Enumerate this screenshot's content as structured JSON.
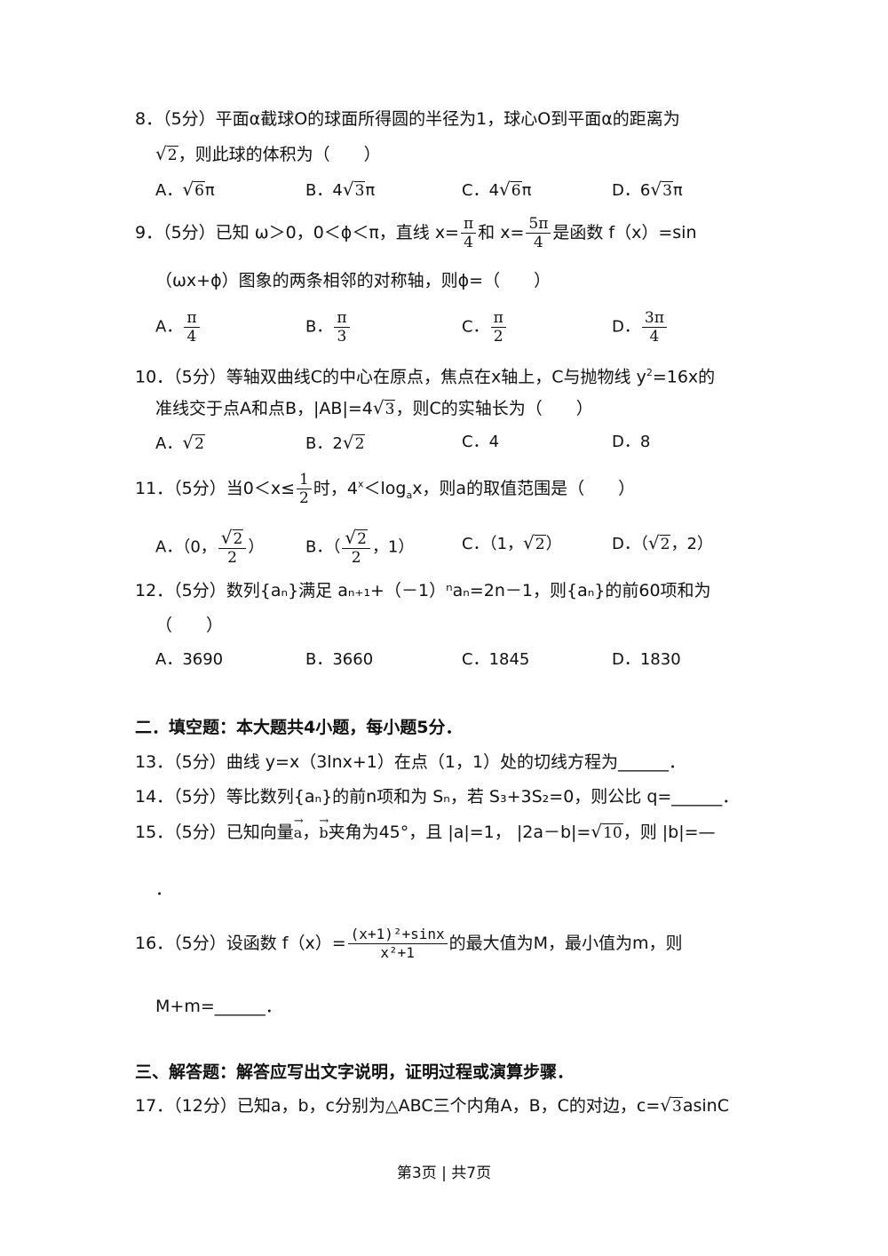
{
  "q8": {
    "line1": "8．（5分）平面α截球O的球面所得圆的半径为1，球心O到平面α的距离为",
    "line2_rad": "2",
    "line2_text": "，则此球的体积为（　　）",
    "optA_label": "A．",
    "optA_rad": "6",
    "optA_after": "π",
    "optB_label": "B．4",
    "optB_rad": "3",
    "optB_after": "π",
    "optC_label": "C．4",
    "optC_rad": "6",
    "optC_after": "π",
    "optD_label": "D．6",
    "optD_rad": "3",
    "optD_after": "π"
  },
  "q9": {
    "pre": "9．（5分）已知 ω＞0，0＜ϕ＜π，直线 x=",
    "f1_num": "π",
    "f1_den": "4",
    "mid": "和 x=",
    "f2_num": "5π",
    "f2_den": "4",
    "post": "是函数 f（x）=sin",
    "line2": "（ωx+ϕ）图象的两条相邻的对称轴，则ϕ=（　　）",
    "optA_label": "A．",
    "optA_num": "π",
    "optA_den": "4",
    "optB_label": "B．",
    "optB_num": "π",
    "optB_den": "3",
    "optC_label": "C．",
    "optC_num": "π",
    "optC_den": "2",
    "optD_label": "D．",
    "optD_num": "3π",
    "optD_den": "4"
  },
  "q10": {
    "line1_pre": "10．（5分）等轴双曲线C的中心在原点，焦点在x轴上，C与抛物线 y",
    "line1_sup": "2",
    "line1_post": "=16x的",
    "line2_pre": "准线交于点A和点B，|AB|=4",
    "line2_rad": "3",
    "line2_post": "，则C的实轴长为（　　）",
    "optA_label": "A．",
    "optA_rad": "2",
    "optB_label": "B．2",
    "optB_rad": "2",
    "optC": "C．4",
    "optD": "D．8"
  },
  "q11": {
    "pre": "11．（5分）当0＜x≤",
    "f_num": "1",
    "f_den": "2",
    "mid": "时，4",
    "sup": "x",
    "mid2": "＜log",
    "sub": "a",
    "post": "x，则a的取值范围是（　　）",
    "optA_pre": "A．（0，",
    "optA_rad": "2",
    "optA_den": "2",
    "optA_post": "）",
    "optB_pre": "B．（",
    "optB_rad": "2",
    "optB_den": "2",
    "optB_post": "，1）",
    "optC_pre": "C．（1，",
    "optC_rad": "2",
    "optC_post": "）",
    "optD_pre": "D．（",
    "optD_rad": "2",
    "optD_post": "，2）"
  },
  "q12": {
    "line1": "12．（5分）数列{aₙ}满足 aₙ₊₁+（－1）ⁿaₙ=2n－1，则{aₙ}的前60项和为",
    "line2": "（　　）",
    "optA": "A．3690",
    "optB": "B．3660",
    "optC": "C．1845",
    "optD": "D．1830"
  },
  "sec2": "二．填空题：本大题共4小题，每小题5分．",
  "q13": "13．（5分）曲线 y=x（3lnx+1）在点（1，1）处的切线方程为______．",
  "q14": "14．（5分）等比数列{aₙ}的前n项和为 Sₙ，若 S₃+3S₂=0，则公比 q=______．",
  "q15": {
    "pre": "15．（5分）已知向量",
    "a": "a",
    "comma": "，",
    "b": "b",
    "mid": "夹角为45°，且",
    "cond1": "|a|=1，",
    "cond2_pre": "|2a－b|=",
    "cond2_rad": "10",
    "post": "，则 |b|=—",
    "line2": "．"
  },
  "q16": {
    "pre": "16．（5分）设函数 f（x）=",
    "num": "(x+1)²+sinx",
    "den": "x²+1",
    "post": "的最大值为M，最小值为m，则",
    "line2": "M+m=______．"
  },
  "sec3": "三、解答题：解答应写出文字说明，证明过程或演算步骤．",
  "q17": {
    "pre": "17．（12分）已知a，b，c分别为△ABC三个内角A，B，C的对边，c=",
    "rad": "3",
    "post": "asinC"
  },
  "footer": "第3页 | 共7页"
}
